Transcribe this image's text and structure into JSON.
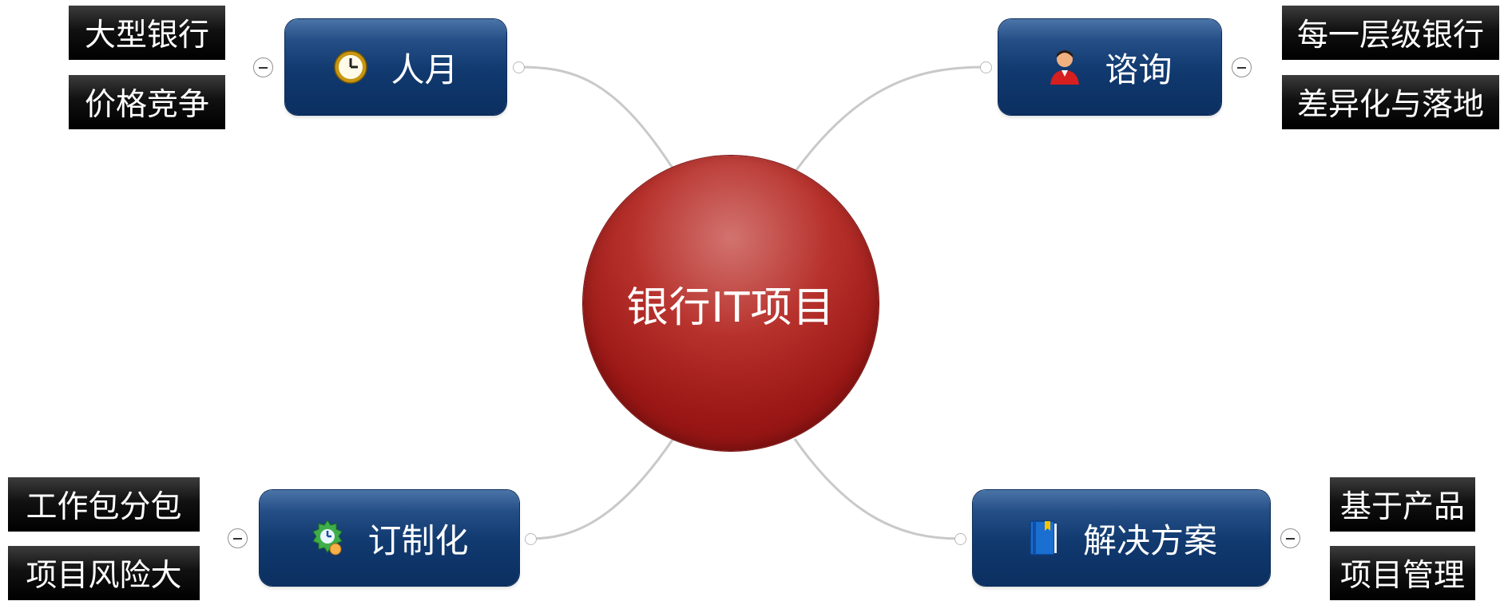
{
  "center": {
    "label": "银行IT项目"
  },
  "topics": [
    {
      "label": "人月",
      "icon": "clock-icon",
      "subtopics": [
        "大型银行",
        "价格竞争"
      ]
    },
    {
      "label": "谘询",
      "icon": "person-icon",
      "subtopics": [
        "每一层级银行",
        "差异化与落地"
      ]
    },
    {
      "label": "订制化",
      "icon": "customization-icon",
      "subtopics": [
        "工作包分包",
        "项目风险大"
      ]
    },
    {
      "label": "解决方案",
      "icon": "book-icon",
      "subtopics": [
        "基于产品",
        "项目管理"
      ]
    }
  ],
  "colors": {
    "center": "#9f1b18",
    "topic": "#123b73",
    "subtopic": "#000000",
    "connector": "#c9c9c9"
  }
}
